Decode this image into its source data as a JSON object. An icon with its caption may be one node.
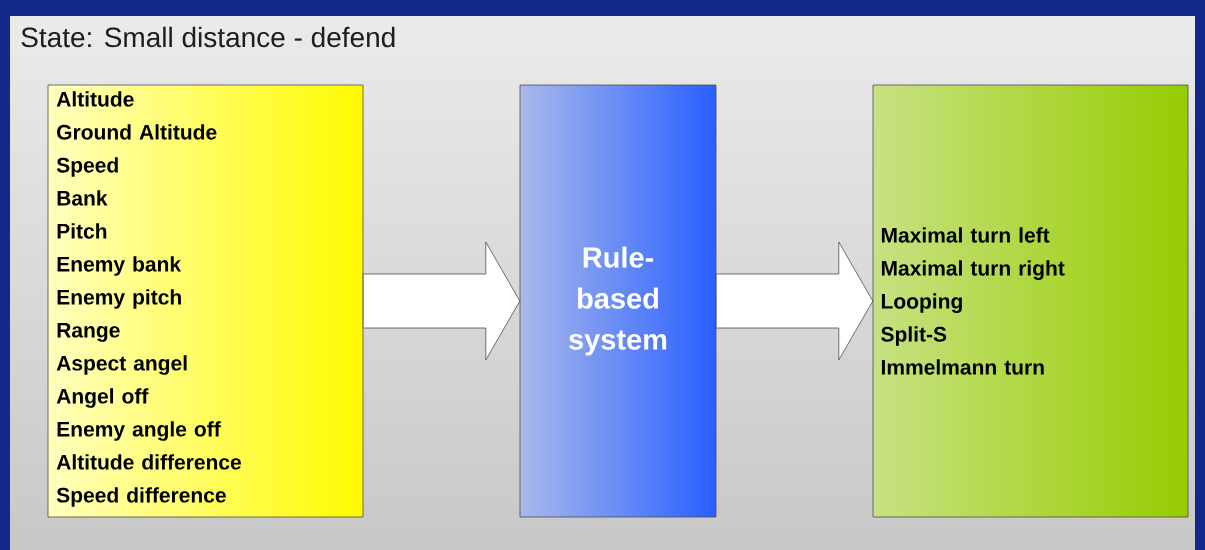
{
  "diagram": {
    "title": "State: Small distance - defend",
    "nodes": [
      {
        "text": [
          "Altitude",
          "Ground Altitude",
          "Speed",
          "Bank",
          "Pitch",
          "Enemy bank",
          "Enemy pitch",
          "Range",
          "Aspect angel",
          "Angel off",
          "Enemy angle off",
          "Altitude difference",
          "Speed difference"
        ]
      },
      {
        "text": [
          "Rule-based system"
        ]
      },
      {
        "text": [
          "Maximal turn left",
          "Maximal turn right",
          "Looping",
          "Split-S",
          "Immelmann turn"
        ]
      }
    ],
    "edges": [
      {
        "from": 0,
        "to": 1,
        "arrow": "to"
      },
      {
        "from": 1,
        "to": 2,
        "arrow": "to"
      }
    ]
  }
}
